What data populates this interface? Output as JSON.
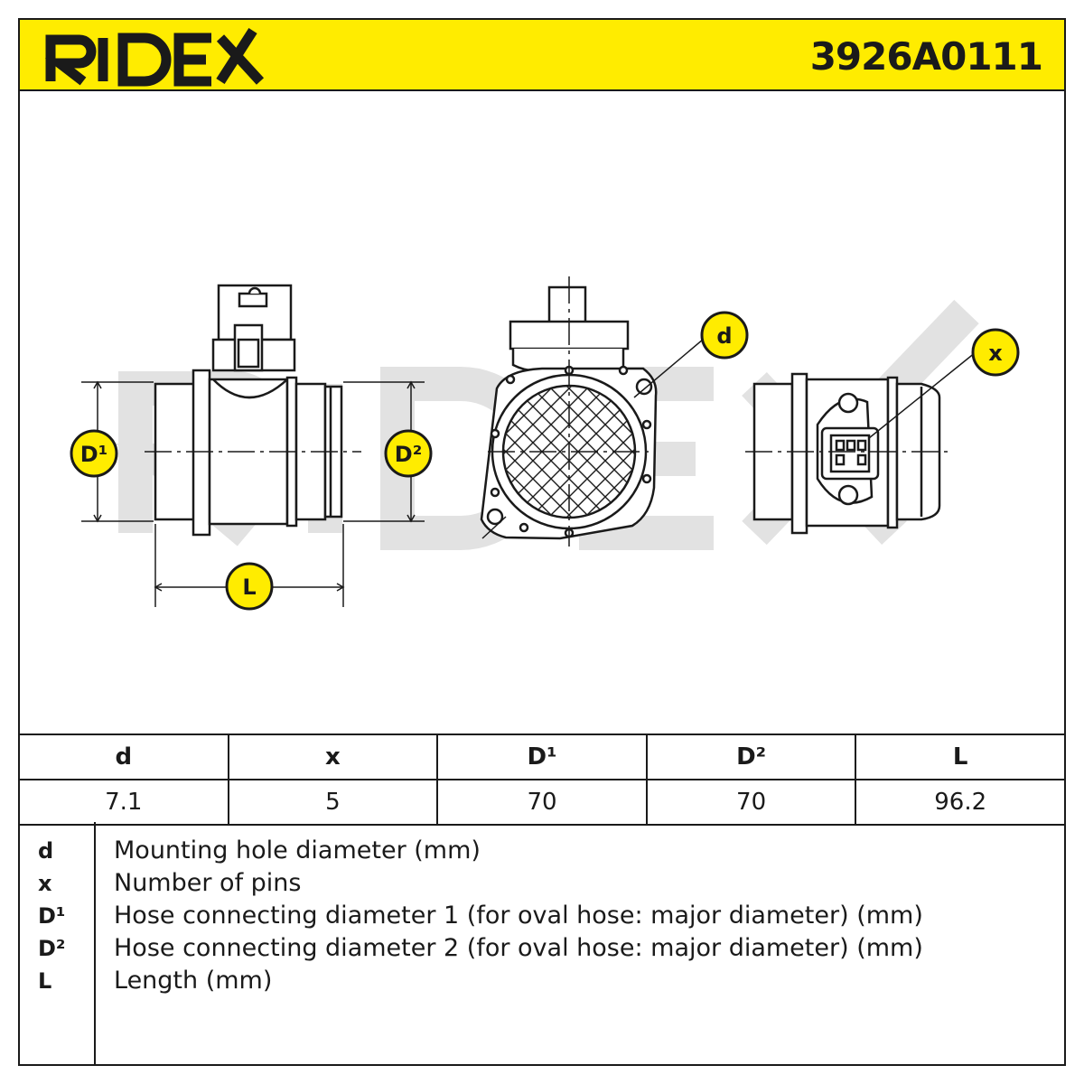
{
  "header": {
    "brand": "RIDEX",
    "part_number": "3926A0111",
    "brand_color": "#ffec00"
  },
  "drawing": {
    "callouts": [
      "D¹",
      "D²",
      "L",
      "d",
      "x"
    ],
    "callout_color": "#ffec00",
    "watermark": "RIDEX"
  },
  "specs": {
    "headers": [
      "d",
      "x",
      "D¹",
      "D²",
      "L"
    ],
    "values": [
      "7.1",
      "5",
      "70",
      "70",
      "96.2"
    ]
  },
  "legend": [
    {
      "key": "d",
      "desc": "Mounting hole diameter (mm)"
    },
    {
      "key": "x",
      "desc": "Number of pins"
    },
    {
      "key": "D¹",
      "desc": "Hose connecting diameter 1 (for oval hose: major diameter) (mm)"
    },
    {
      "key": "D²",
      "desc": "Hose connecting diameter 2 (for oval hose: major diameter) (mm)"
    },
    {
      "key": "L",
      "desc": "Length (mm)"
    }
  ]
}
